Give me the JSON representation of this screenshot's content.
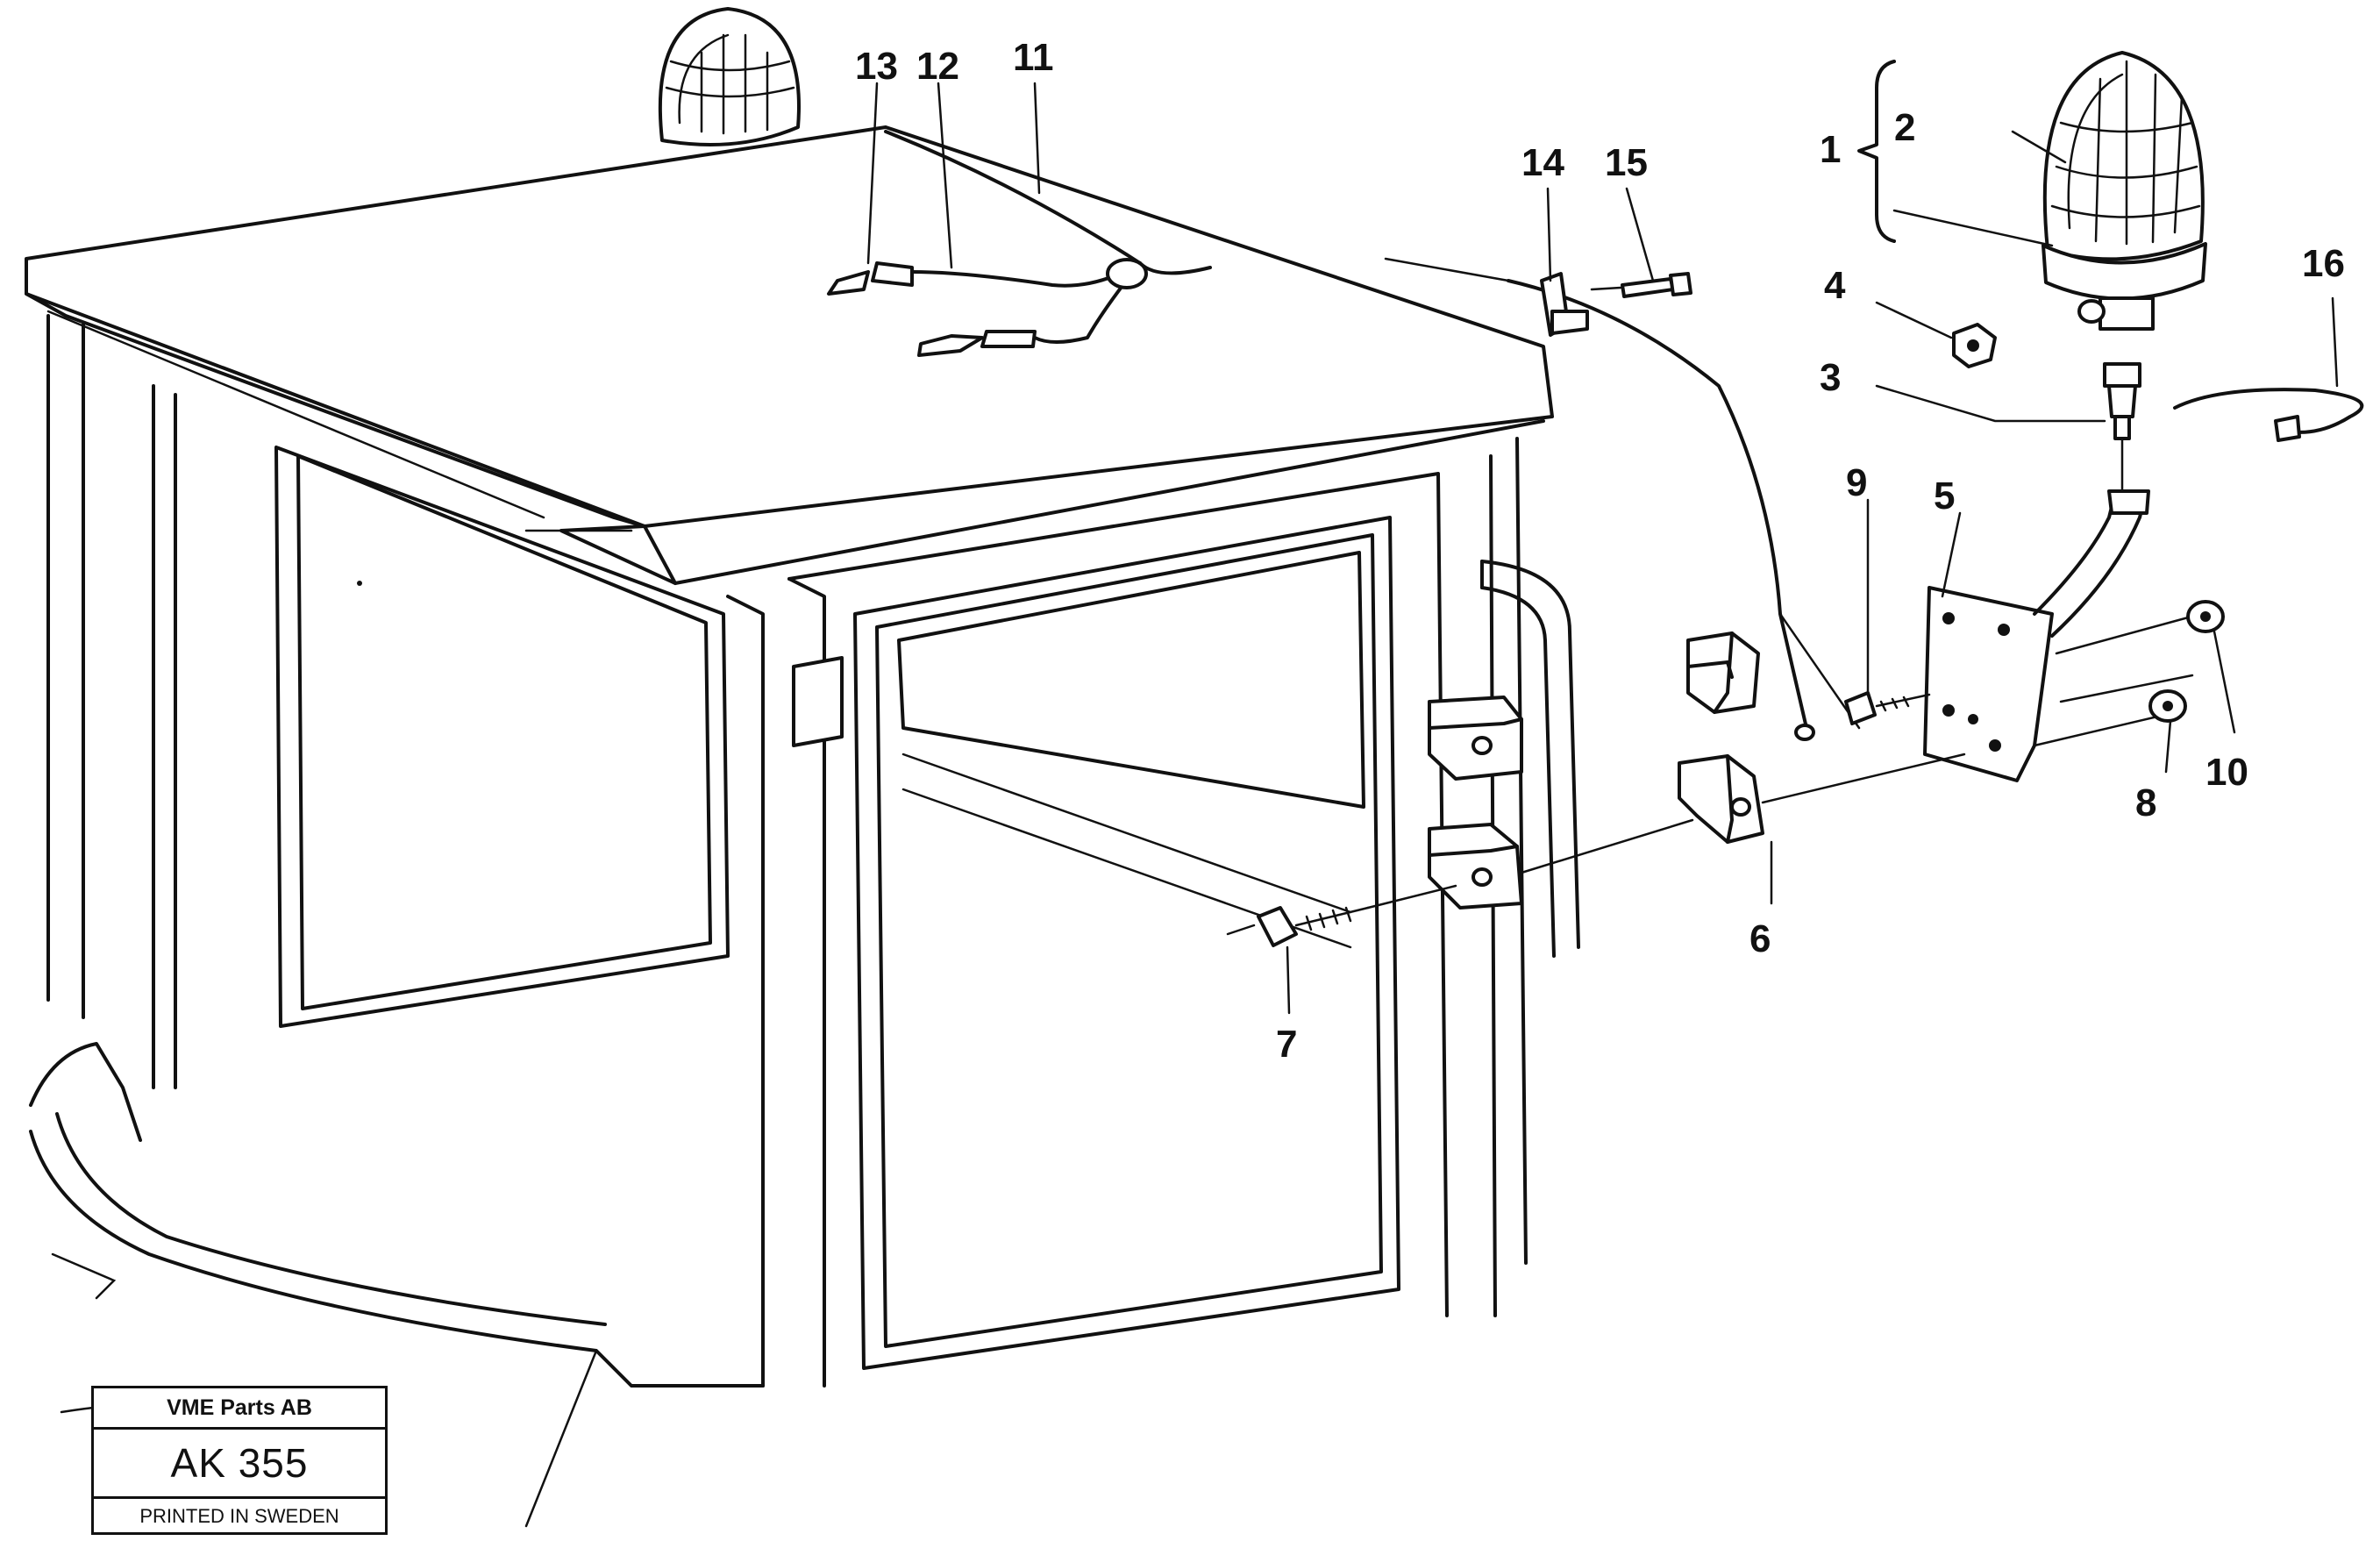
{
  "callouts": [
    {
      "id": "1",
      "label": "1"
    },
    {
      "id": "2",
      "label": "2"
    },
    {
      "id": "3",
      "label": "3"
    },
    {
      "id": "4",
      "label": "4"
    },
    {
      "id": "5",
      "label": "5"
    },
    {
      "id": "6",
      "label": "6"
    },
    {
      "id": "7",
      "label": "7"
    },
    {
      "id": "8",
      "label": "8"
    },
    {
      "id": "9",
      "label": "9"
    },
    {
      "id": "10",
      "label": "10"
    },
    {
      "id": "11",
      "label": "11"
    },
    {
      "id": "12",
      "label": "12"
    },
    {
      "id": "13",
      "label": "13"
    },
    {
      "id": "14",
      "label": "14"
    },
    {
      "id": "15",
      "label": "15"
    },
    {
      "id": "16",
      "label": "16"
    }
  ],
  "stamp": {
    "company": "VME Parts AB",
    "code": "AK 355",
    "printed": "PRINTED IN SWEDEN"
  }
}
